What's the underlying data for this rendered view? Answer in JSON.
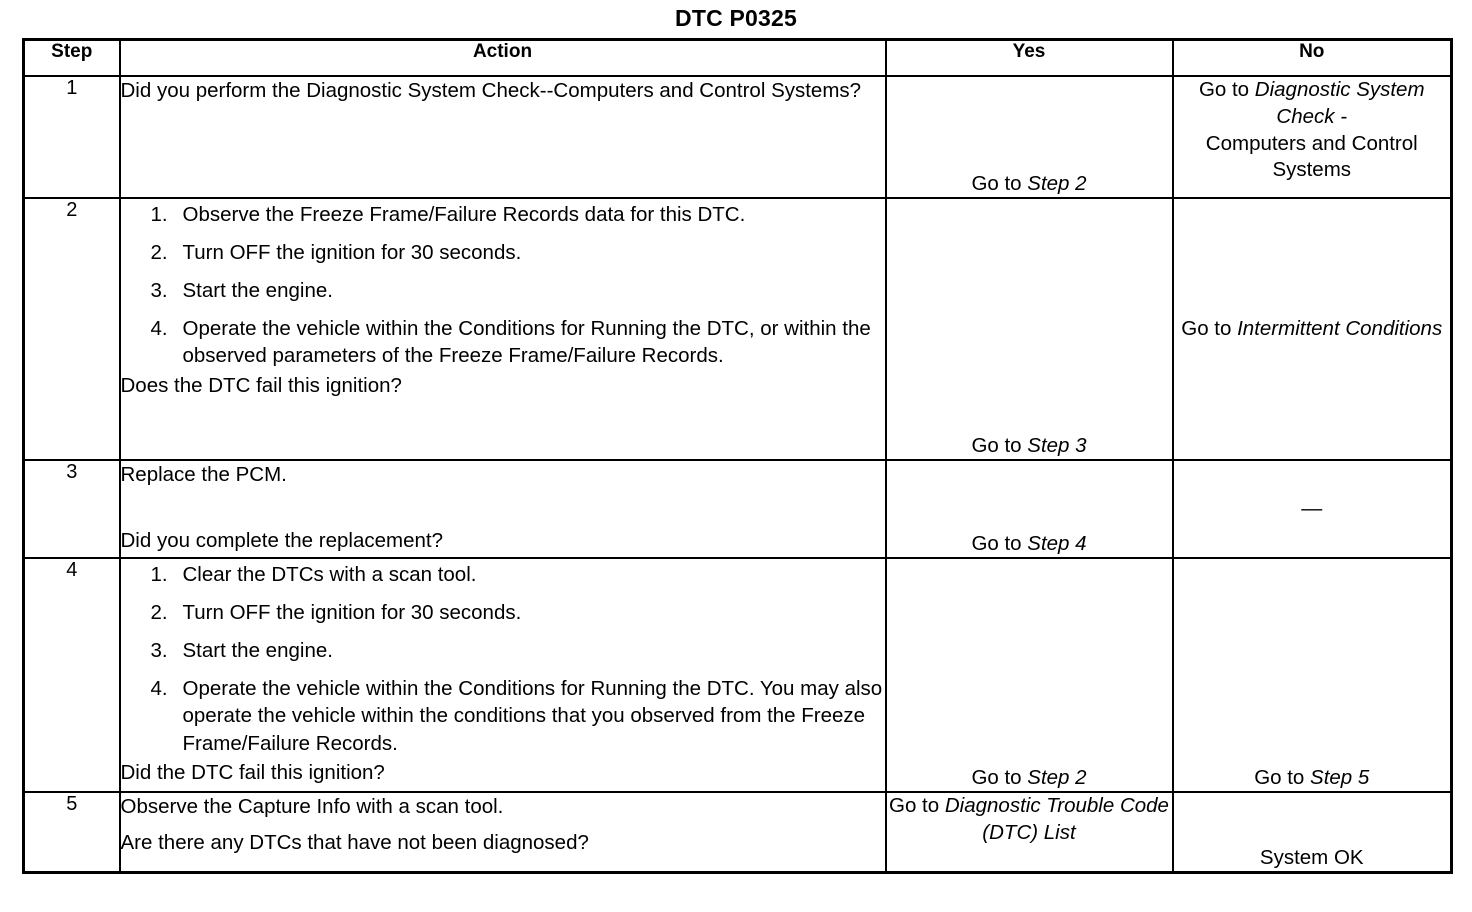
{
  "title": "DTC P0325",
  "table": {
    "headers": {
      "step": "Step",
      "action": "Action",
      "yes": "Yes",
      "no": "No"
    },
    "rows": [
      {
        "step": "1",
        "action": {
          "paragraphs": [
            "Did you perform the Diagnostic System Check--Computers and Control Systems?"
          ],
          "list": [],
          "question": ""
        },
        "yes": {
          "lead": "Go to ",
          "em": "Step 2",
          "tail": ""
        },
        "no": {
          "lead": "Go to ",
          "em": "Diagnostic System Check -",
          "tail": "Computers and Control Systems"
        }
      },
      {
        "step": "2",
        "action": {
          "paragraphs": [],
          "list": [
            "Observe the Freeze Frame/Failure Records data for this DTC.",
            "Turn OFF the ignition for 30 seconds.",
            "Start the engine.",
            "Operate the vehicle within the Conditions for Running the DTC, or within the observed parameters of the Freeze Frame/Failure Records."
          ],
          "question": "Does the DTC fail this ignition?"
        },
        "yes": {
          "lead": "Go to ",
          "em": "Step 3",
          "tail": ""
        },
        "no": {
          "lead": "Go to ",
          "em": "Intermittent Conditions",
          "tail": ""
        }
      },
      {
        "step": "3",
        "action": {
          "paragraphs": [
            "Replace the PCM."
          ],
          "list": [],
          "question": "Did you complete the replacement?"
        },
        "yes": {
          "lead": "Go to ",
          "em": "Step 4",
          "tail": ""
        },
        "no": {
          "lead": "",
          "em": "",
          "tail": "—"
        }
      },
      {
        "step": "4",
        "action": {
          "paragraphs": [],
          "list": [
            "Clear the DTCs with a scan tool.",
            "Turn OFF the ignition for 30 seconds.",
            "Start the engine.",
            "Operate the vehicle within the Conditions for Running the DTC. You may also operate the vehicle within the conditions that you observed from the Freeze Frame/Failure Records."
          ],
          "question": "Did the DTC fail this ignition?"
        },
        "yes": {
          "lead": "Go to ",
          "em": "Step 2",
          "tail": ""
        },
        "no": {
          "lead": "Go to ",
          "em": "Step 5",
          "tail": ""
        }
      },
      {
        "step": "5",
        "action": {
          "paragraphs": [
            "Observe the Capture Info with a scan tool."
          ],
          "list": [],
          "question": "Are there any DTCs that have not been diagnosed?"
        },
        "yes": {
          "lead": "Go to ",
          "em": "Diagnostic Trouble Code (DTC) List",
          "tail": ""
        },
        "no": {
          "lead": "",
          "em": "",
          "tail": "System OK"
        }
      }
    ],
    "list_numbers": [
      "1.",
      "2.",
      "3.",
      "4."
    ]
  }
}
